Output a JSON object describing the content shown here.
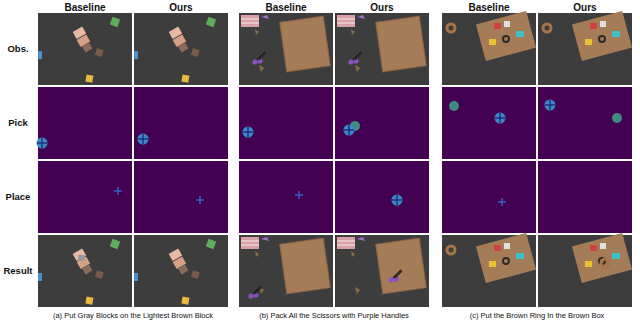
{
  "diagram": {
    "labels": [
      "Baseline",
      "Ours",
      "Baseline",
      "Ours",
      "Baseline",
      "Ours",
      "Obs.",
      "Pick",
      "Place",
      "Result",
      "(a) Put Gray Blocks on the Lightest Brown Block",
      "(b) Pack All the Scissors with Purple Handles",
      "(c) Put the Brown Ring In the Brown Box"
    ]
  }
}
